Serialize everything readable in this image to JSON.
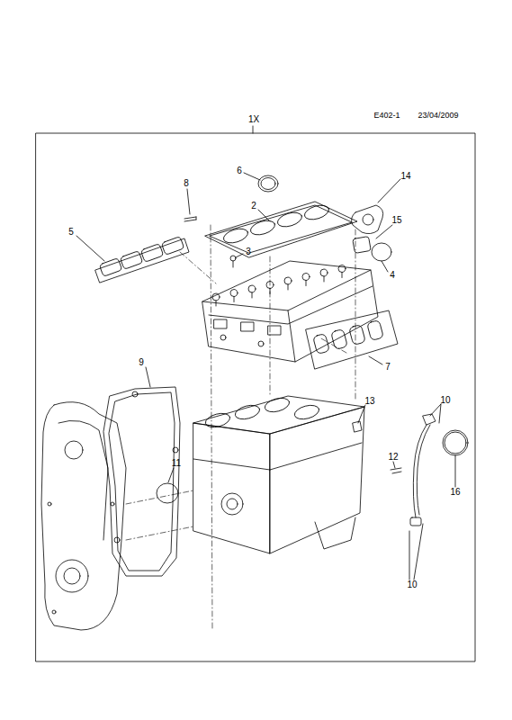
{
  "diagram": {
    "labels": [
      "E402-1",
      "23/04/2009",
      "1X",
      "6",
      "8",
      "2",
      "14",
      "15",
      "5",
      "4",
      "3",
      "7",
      "9",
      "13",
      "10",
      "12",
      "11",
      "16",
      "10"
    ]
  }
}
